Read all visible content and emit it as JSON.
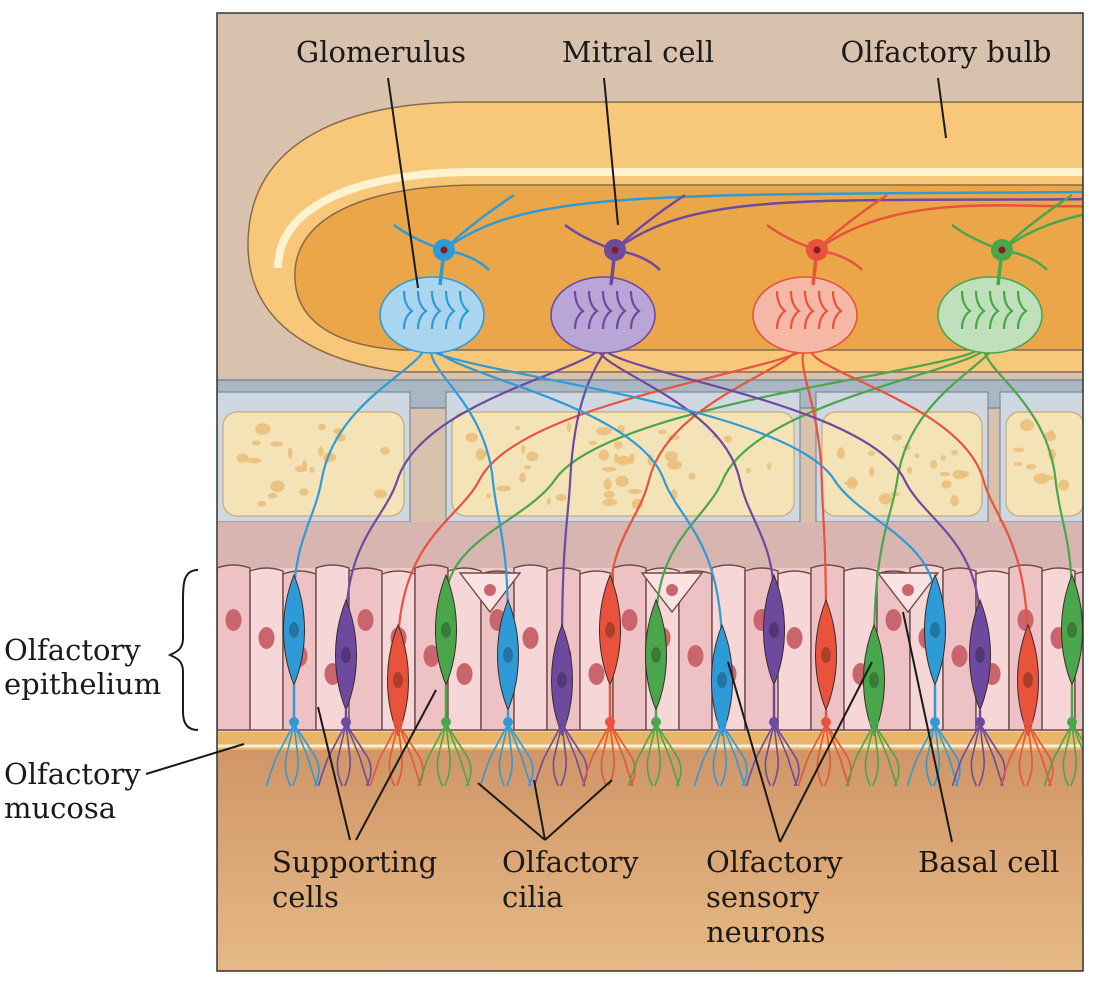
{
  "labels": {
    "glomerulus": "Glomerulus",
    "mitral_cell": "Mitral cell",
    "olfactory_bulb": "Olfactory bulb",
    "olfactory_epithelium": [
      "Olfactory",
      "epithelium"
    ],
    "olfactory_mucosa": [
      "Olfactory",
      "mucosa"
    ],
    "supporting_cells": [
      "Supporting",
      "cells"
    ],
    "olfactory_cilia": [
      "Olfactory",
      "cilia"
    ],
    "olfactory_sensory_neurons": [
      "Olfactory",
      "sensory",
      "neurons"
    ],
    "basal_cell": "Basal cell"
  },
  "colors": {
    "background_tissue": "#d9c2ad",
    "bulb": "#f7c77a",
    "bulb_inner": "#eaa648",
    "bone": "#f5e3b8",
    "bone_spots": "#e9be7a",
    "membrane": "#a9b7c4",
    "epithelium": "#f2c9cb",
    "mucosa": "#e8b56a",
    "lamina": "#d49a6a",
    "neuron_blue": "#2f9bd6",
    "neuron_purple": "#6e4a9e",
    "neuron_red": "#e9533b",
    "neuron_green": "#4aa64a"
  },
  "glomeruli": [
    {
      "color": "neuron_blue",
      "fill": "#a9d5ef"
    },
    {
      "color": "neuron_purple",
      "fill": "#b9a6d6"
    },
    {
      "color": "neuron_red",
      "fill": "#f5b7a6"
    },
    {
      "color": "neuron_green",
      "fill": "#bfe0bb"
    }
  ]
}
